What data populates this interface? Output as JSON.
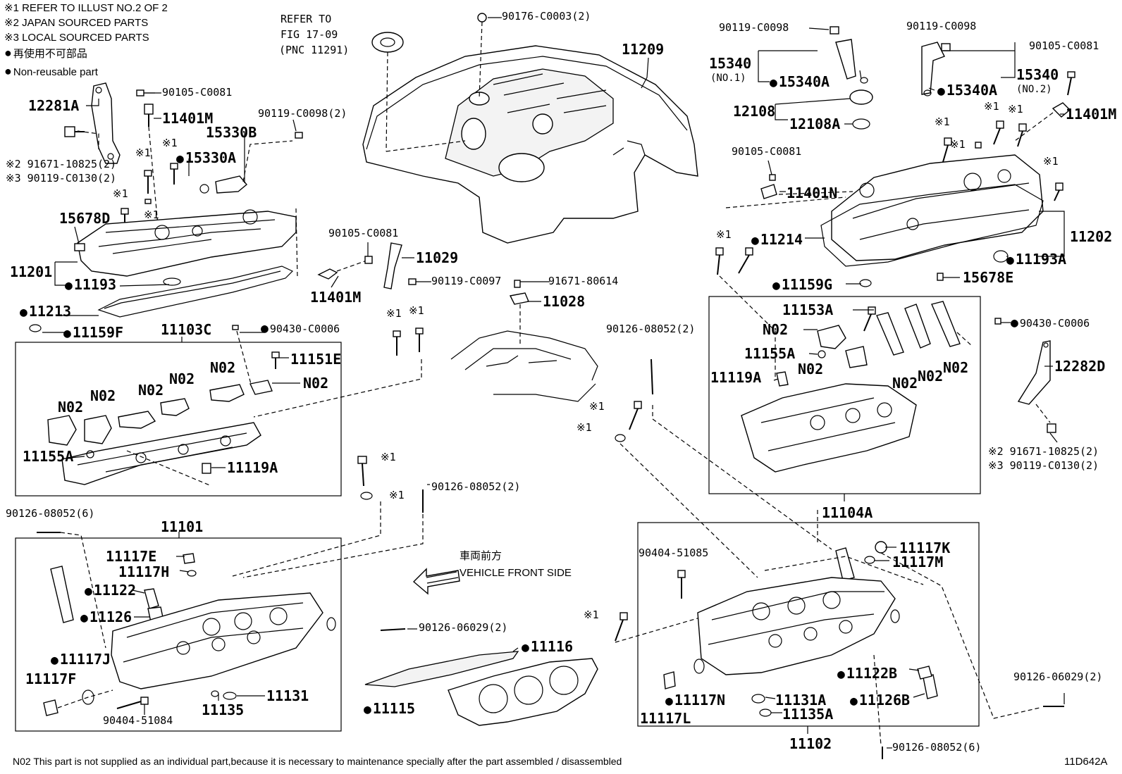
{
  "legend": {
    "note1": "※1 REFER TO ILLUST NO.2 OF 2",
    "note2": "※2 JAPAN SOURCED PARTS",
    "note3": "※3 LOCAL SOURCED PARTS",
    "nonreuse_jp": "再使用不可部品",
    "nonreuse_en": "Non-reusable part"
  },
  "refer": {
    "line1": "REFER TO",
    "line2": "FIG 17-09",
    "line3": "(PNC 11291)"
  },
  "direction": {
    "jp": "車両前方",
    "en": "VEHICLE FRONT SIDE"
  },
  "footer": {
    "note": "N02 This part is not supplied as an individual part,because it is necessary to maintenance specially after the part assembled / disassembled",
    "figure_id": "11D642A"
  },
  "labels": {
    "p90176": "90176-C0003(2)",
    "p11209": "11209",
    "p12281A": "12281A",
    "p90105a": "90105-C0081",
    "p11401Ma": "11401M",
    "p90119a": "90119-C0098(2)",
    "p15330B": "15330B",
    "p15330A": "15330A",
    "p91671a": "※2 91671-10825(2)",
    "p90119b": "※3 90119-C0130(2)",
    "x1a": "※1",
    "x1b": "※1",
    "x1c": "※1",
    "x1d": "※1",
    "p15678D": "15678D",
    "p11201": "11201",
    "p11193": "11193",
    "p11213": "11213",
    "p11159F": "11159F",
    "p11103C": "11103C",
    "p90430a": "90430-C0006",
    "p90105b": "90105-C0081",
    "p11029": "11029",
    "p11401Mb": "11401M",
    "p90119c": "90119-C0097",
    "p91671b": "91671-80614",
    "p11028": "11028",
    "x1e": "※1",
    "x1f": "※1",
    "p11151E": "11151E",
    "n02a": "N02",
    "n02b": "N02",
    "n02c": "N02",
    "n02d": "N02",
    "n02e": "N02",
    "n02f": "N02",
    "p11155Aa": "11155A",
    "p11119Aa": "11119A",
    "x1g": "※1",
    "x1h": "※1",
    "p90126a": "90126-08052(2)",
    "p90126b": "90126-08052(6)",
    "p11101": "11101",
    "p11117E": "11117E",
    "p11117H": "11117H",
    "p11122": "11122",
    "p11126": "11126",
    "p11117J": "11117J",
    "p11117F": "11117F",
    "p90404a": "90404-51084",
    "p11135": "11135",
    "p11131": "11131",
    "p90126c": "90126-06029(2)",
    "p11116": "11116",
    "p11115": "11115",
    "p90119d": "90119-C0098",
    "p15340a": "15340",
    "p15340no1": "(NO.1)",
    "p15340Aa": "15340A",
    "p90119e": "90119-C0098",
    "p15340b": "15340",
    "p15340no2": "(NO.2)",
    "p15340Ab": "15340A",
    "p90105c": "90105-C0081",
    "p12108": "12108",
    "p12108A": "12108A",
    "x1i": "※1",
    "x1j": "※1",
    "x1k": "※1",
    "p11401Mc": "11401M",
    "p90105d": "90105-C0081",
    "p11401N": "11401N",
    "x1l": "※1",
    "x1m": "※1",
    "x1n": "※1",
    "p11214": "11214",
    "p11202": "11202",
    "p11193A": "11193A",
    "p11159G": "11159G",
    "p15678E": "15678E",
    "p90126d": "90126-08052(2)",
    "p11153A": "11153A",
    "n02g": "N02",
    "p11155Ab": "11155A",
    "n02h": "N02",
    "p11119Ab": "11119A",
    "n02i": "N02",
    "n02j": "N02",
    "n02k": "N02",
    "p90430b": "90430-C0006",
    "p12282D": "12282D",
    "p91671c": "※2 91671-10825(2)",
    "p90119f": "※3 90119-C0130(2)",
    "x1o": "※1",
    "x1p": "※1",
    "p11104A": "11104A",
    "p90404b": "90404-51085",
    "p11117K": "11117K",
    "p11117M": "11117M",
    "x1q": "※1",
    "p11122B": "11122B",
    "p11117N": "11117N",
    "p11131A": "11131A",
    "p11126B": "11126B",
    "p11117L": "11117L",
    "p11135A": "11135A",
    "p90126e": "90126-06029(2)",
    "p11102": "11102",
    "p90126f": "90126-08052(6)"
  }
}
